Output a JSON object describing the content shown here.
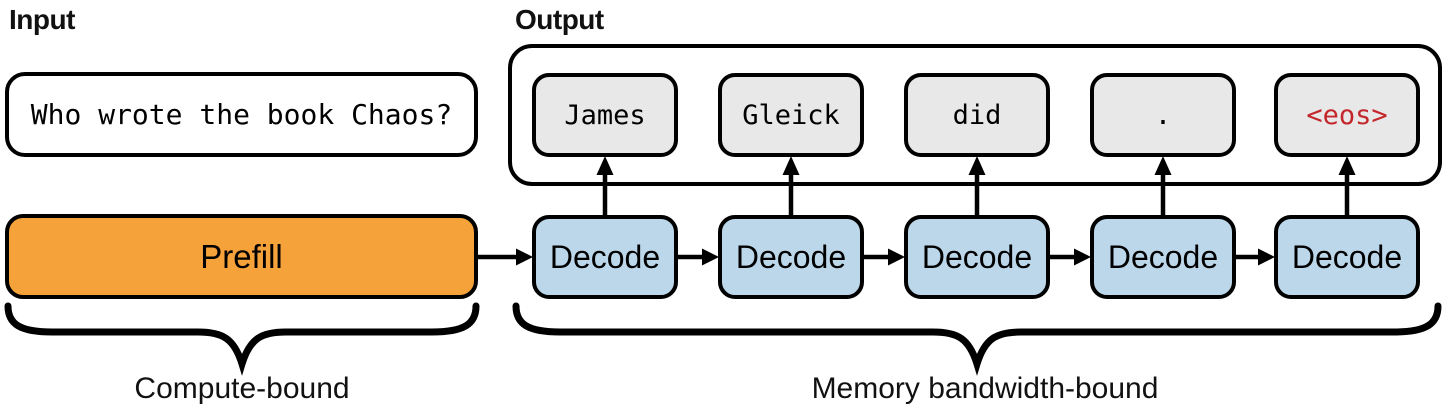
{
  "title_labels": {
    "input": "Input",
    "output": "Output"
  },
  "input_box": {
    "text": "Who wrote the book Chaos?"
  },
  "pipeline": {
    "prefill_label": "Prefill",
    "decode_label": "Decode"
  },
  "output_tokens": [
    "James",
    "Gleick",
    "did",
    ".",
    "<eos>"
  ],
  "annotations": {
    "prefill_phase": "Compute-bound",
    "decode_phase": "Memory bandwidth-bound"
  },
  "colors": {
    "prefill-bg": "#f6a23a",
    "decode-bg": "#bcd7ea",
    "token-bg": "#e8e8e8",
    "eos-text": "#c3272b",
    "stroke": "#000000"
  }
}
